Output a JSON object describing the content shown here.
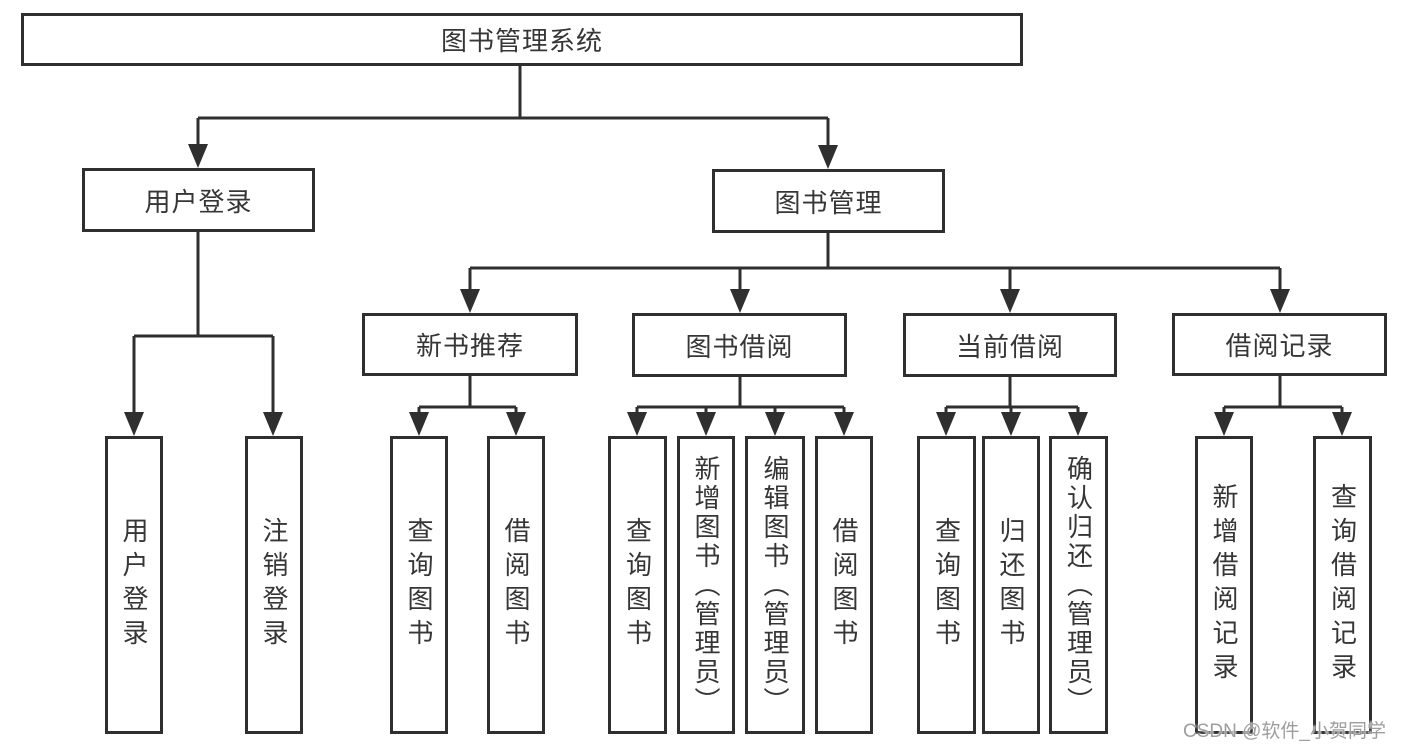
{
  "diagram": {
    "tree": {
      "label": "图书管理系统",
      "children": [
        {
          "label": "用户登录",
          "children": [
            {
              "label": "用户登录"
            },
            {
              "label": "注销登录"
            }
          ]
        },
        {
          "label": "图书管理",
          "children": [
            {
              "label": "新书推荐",
              "children": [
                {
                  "label": "查询图书"
                },
                {
                  "label": "借阅图书"
                }
              ]
            },
            {
              "label": "图书借阅",
              "children": [
                {
                  "label": "查询图书"
                },
                {
                  "label": "新增图书（管理员）"
                },
                {
                  "label": "编辑图书（管理员）"
                },
                {
                  "label": "借阅图书"
                }
              ]
            },
            {
              "label": "当前借阅",
              "children": [
                {
                  "label": "查询图书"
                },
                {
                  "label": "归还图书"
                },
                {
                  "label": "确认归还（管理员）"
                }
              ]
            },
            {
              "label": "借阅记录",
              "children": [
                {
                  "label": "新增借阅记录"
                },
                {
                  "label": "查询借阅记录"
                }
              ]
            }
          ]
        }
      ]
    },
    "watermark": "CSDN @软件_小贺同学",
    "colors": {
      "line": "#2f2f2f",
      "text": "#363636",
      "background": "#ffffff",
      "watermark": "#9e9e9e"
    }
  }
}
